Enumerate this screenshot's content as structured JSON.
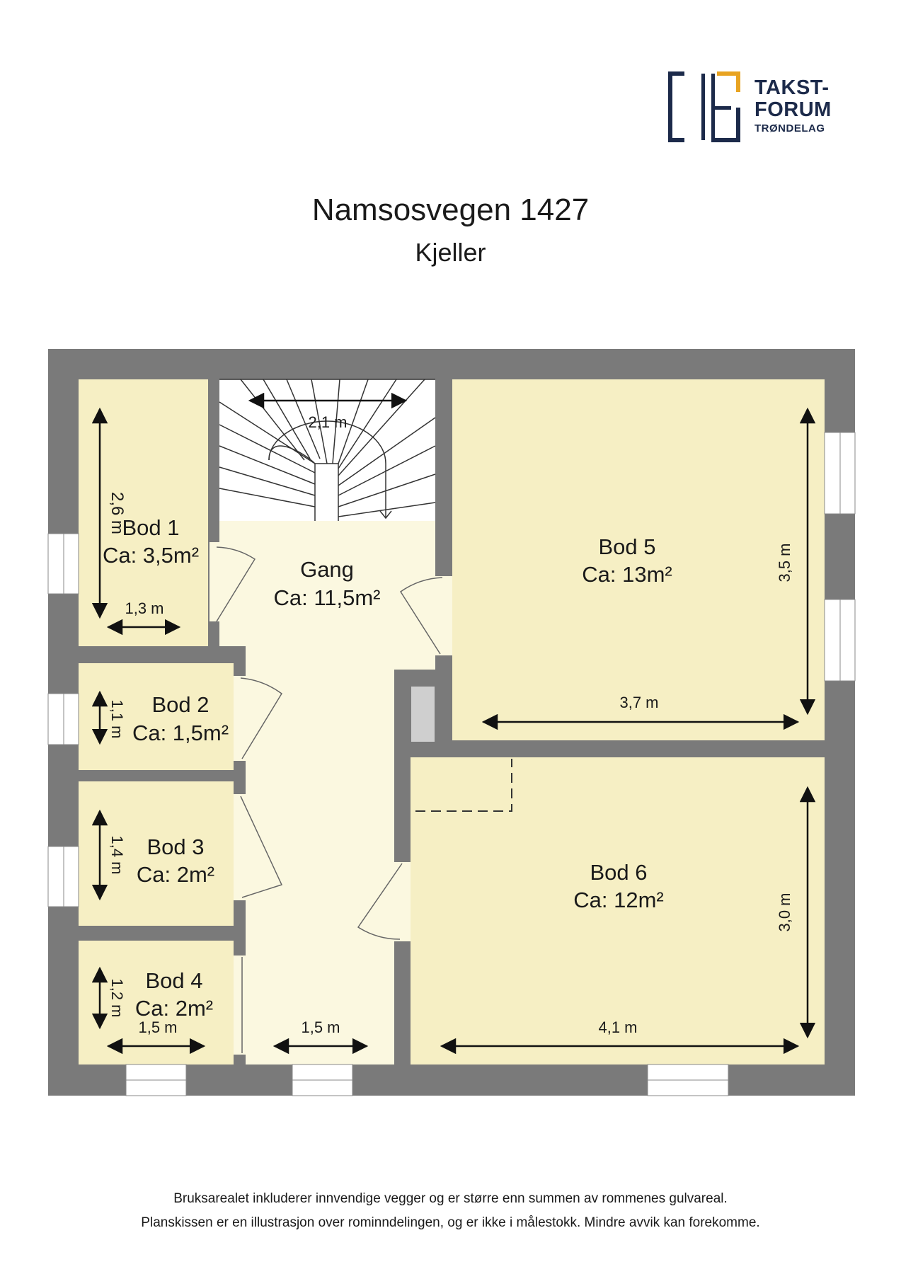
{
  "header": {
    "logo_line1": "TAKST-",
    "logo_line2": "FORUM",
    "logo_line3": "TRØNDELAG",
    "title": "Namsosvegen 1427",
    "subtitle": "Kjeller"
  },
  "rooms": {
    "bod1": {
      "name": "Bod 1",
      "area": "Ca: 3,5m²",
      "dim_h": "2,6 m",
      "dim_w": "1,3 m"
    },
    "bod2": {
      "name": "Bod 2",
      "area": "Ca: 1,5m²",
      "dim_h": "1,1 m"
    },
    "bod3": {
      "name": "Bod 3",
      "area": "Ca: 2m²",
      "dim_h": "1,4 m"
    },
    "bod4": {
      "name": "Bod 4",
      "area": "Ca: 2m²",
      "dim_h": "1,2 m",
      "dim_w": "1,5 m"
    },
    "gang": {
      "name": "Gang",
      "area": "Ca: 11,5m²",
      "dim_w": "1,5 m",
      "stair_w": "2,1 m"
    },
    "bod5": {
      "name": "Bod 5",
      "area": "Ca: 13m²",
      "dim_h": "3,5 m",
      "dim_w": "3,7 m"
    },
    "bod6": {
      "name": "Bod 6",
      "area": "Ca: 12m²",
      "dim_h": "3,0 m",
      "dim_w": "4,1 m"
    }
  },
  "colors": {
    "wall": "#7a7a7a",
    "room_fill": "#f6efc4",
    "hall_fill": "#fbf8e0",
    "logo_navy": "#1c2a4a",
    "logo_gold": "#e8a321"
  },
  "footer": {
    "line1": "Bruksarealet inkluderer innvendige vegger og er større enn summen av rommenes gulvareal.",
    "line2": "Planskissen er en illustrasjon over rominndelingen, og er ikke i målestokk. Mindre avvik kan forekomme."
  }
}
